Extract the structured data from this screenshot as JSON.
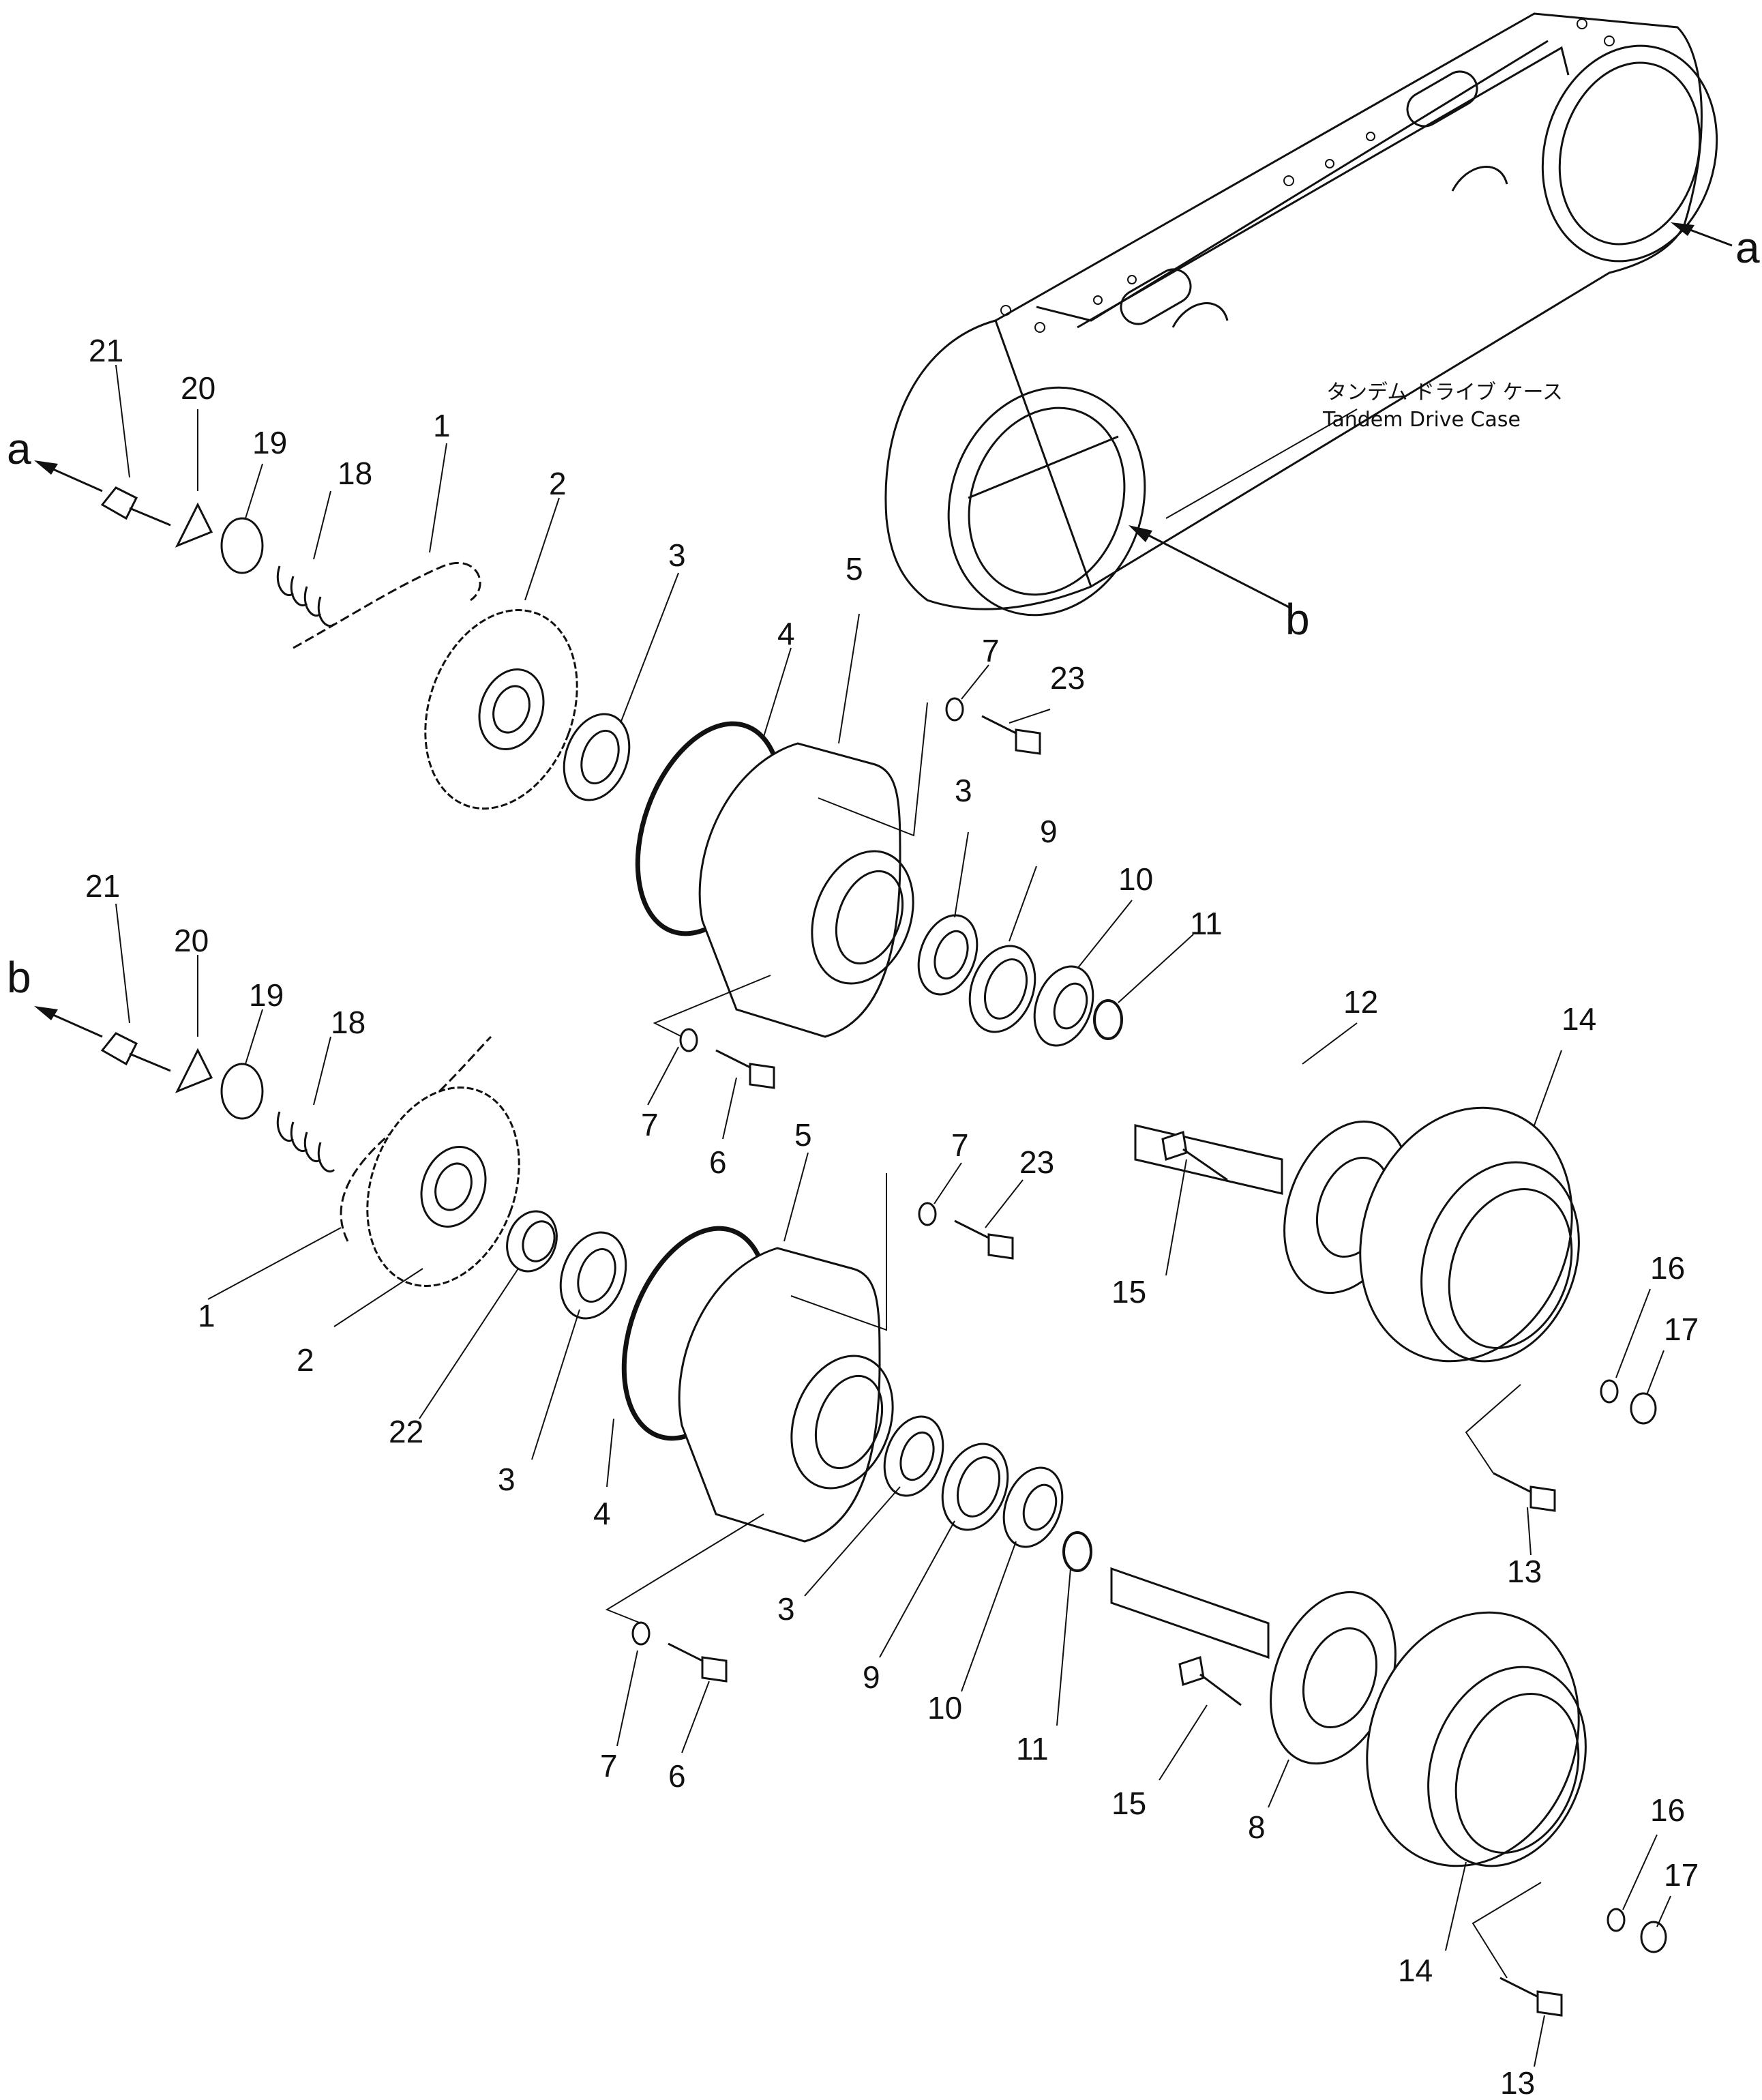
{
  "case_caption": {
    "japanese": "タンデム ドライブ ケース",
    "english": "Tandem Drive Case"
  },
  "arrows": {
    "a_left": "a",
    "a_right": "a",
    "b_left": "b",
    "b_case": "b"
  },
  "labels": {
    "upper_21": "21",
    "upper_20": "20",
    "upper_19": "19",
    "upper_18": "18",
    "upper_1": "1",
    "upper_2": "2",
    "upper_3a": "3",
    "upper_4": "4",
    "upper_5": "5",
    "upper_7a": "7",
    "upper_23": "23",
    "upper_3b": "3",
    "upper_9": "9",
    "upper_10": "10",
    "upper_11": "11",
    "upper_12": "12",
    "upper_14": "14",
    "upper_7b": "7",
    "upper_6": "6",
    "upper_15": "15",
    "upper_16": "16",
    "upper_17": "17",
    "upper_13": "13",
    "lower_21": "21",
    "lower_20": "20",
    "lower_19": "19",
    "lower_18": "18",
    "lower_5": "5",
    "lower_7a": "7",
    "lower_23": "23",
    "lower_1": "1",
    "lower_2": "2",
    "lower_22": "22",
    "lower_3a": "3",
    "lower_4": "4",
    "lower_3b": "3",
    "lower_9": "9",
    "lower_10": "10",
    "lower_11": "11",
    "lower_7b": "7",
    "lower_6": "6",
    "lower_15": "15",
    "lower_8": "8",
    "lower_16": "16",
    "lower_17": "17",
    "lower_14": "14",
    "lower_13": "13"
  }
}
